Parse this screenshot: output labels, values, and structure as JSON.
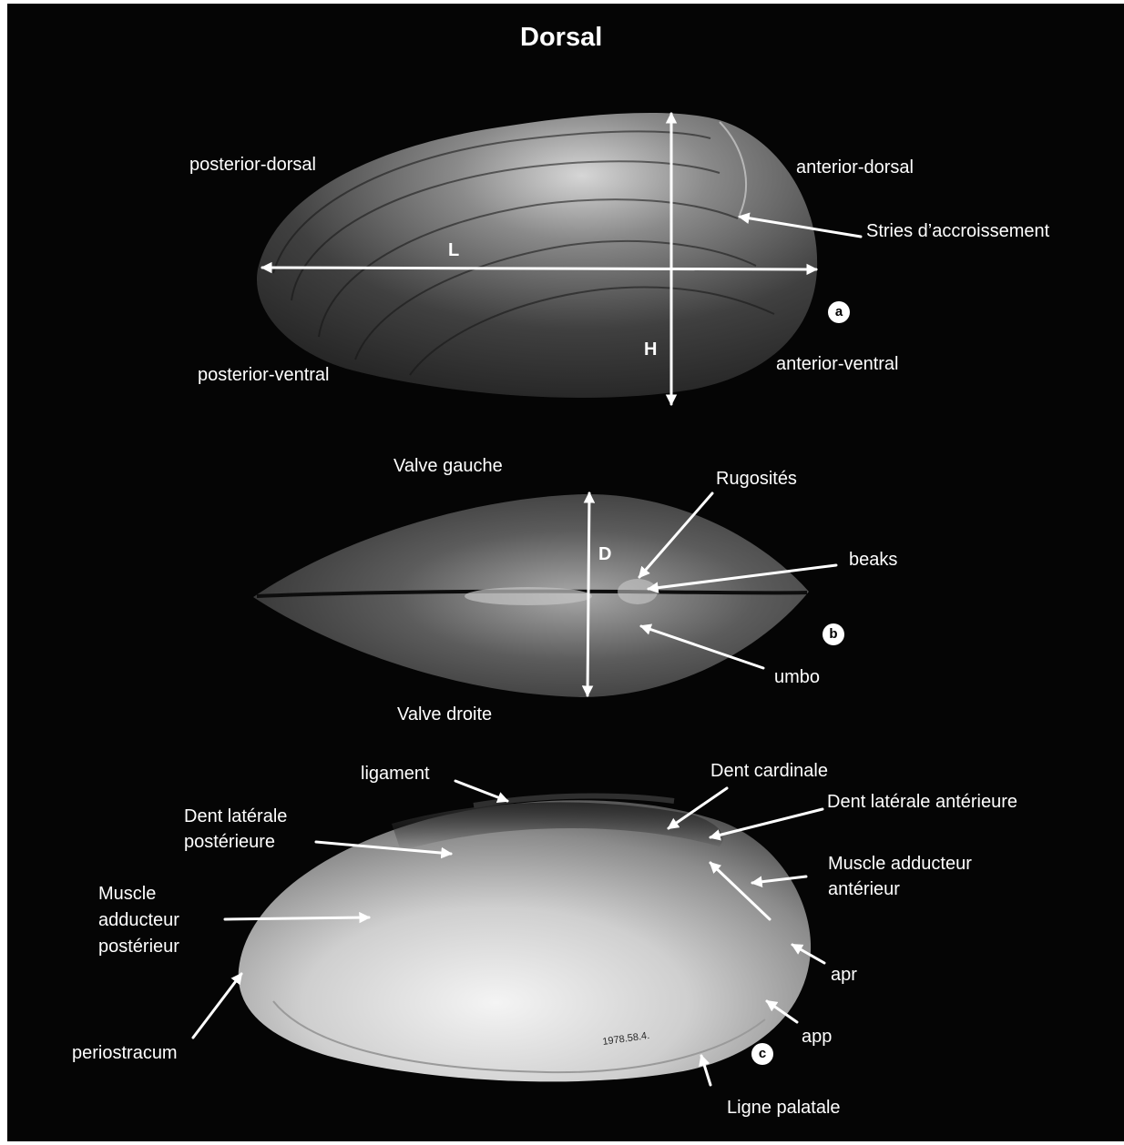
{
  "title": "Dorsal",
  "panel_a": {
    "badge": "a",
    "labels": {
      "posterior_dorsal": "posterior-dorsal",
      "anterior_dorsal": "anterior-dorsal",
      "growth_lines": "Stries d’accroissement",
      "posterior_ventral": "posterior-ventral",
      "anterior_ventral": "anterior-ventral",
      "length": "L",
      "height": "H"
    }
  },
  "panel_b": {
    "badge": "b",
    "labels": {
      "left_valve": "Valve gauche",
      "roughness": "Rugosités",
      "depth": "D",
      "beaks": "beaks",
      "umbo": "umbo",
      "right_valve": "Valve droite"
    }
  },
  "panel_c": {
    "badge": "c",
    "labels": {
      "ligament": "ligament",
      "cardinal_tooth": "Dent cardinale",
      "anterior_lateral_tooth": "Dent latérale antérieure",
      "posterior_lateral_tooth_1": "Dent latérale",
      "posterior_lateral_tooth_2": "postérieure",
      "posterior_adductor_1": "Muscle",
      "posterior_adductor_2": "adducteur",
      "posterior_adductor_3": "postérieur",
      "anterior_adductor_1": "Muscle adducteur",
      "anterior_adductor_2": "antérieur",
      "apr": "apr",
      "app": "app",
      "periostracum": "periostracum",
      "pallial_line": "Ligne palatale",
      "specimen_tag": "1978.58.4."
    }
  },
  "colors": {
    "background": "#050505",
    "label": "#ffffff",
    "shell_dark": "#3c3c3c",
    "shell_light": "#dcdcdc"
  }
}
